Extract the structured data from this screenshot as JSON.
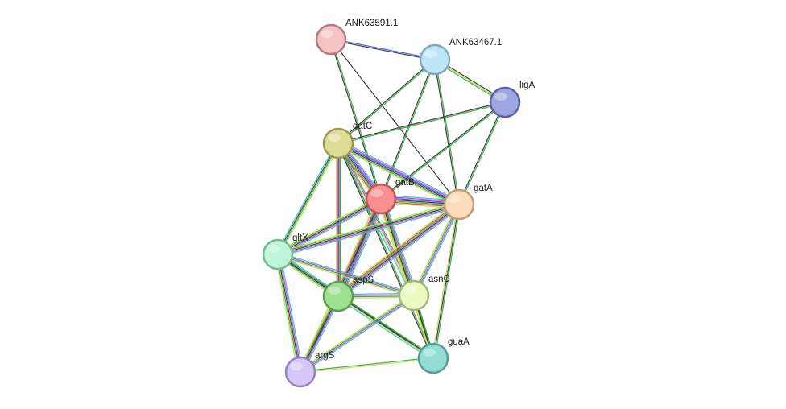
{
  "nodes": [
    {
      "id": "ANK63591.1",
      "label": "ANK63591.1",
      "color": "#f7c4c6",
      "border": "#b9787d"
    },
    {
      "id": "ANK63467.1",
      "label": "ANK63467.1",
      "color": "#bfe6f8",
      "border": "#7fa8bd"
    },
    {
      "id": "ligA",
      "label": "ligA",
      "color": "#9ea6e0",
      "border": "#5960a8"
    },
    {
      "id": "gatC",
      "label": "gatC",
      "color": "#dedd97",
      "border": "#9d9a4f"
    },
    {
      "id": "gatB",
      "label": "gatB",
      "color": "#fa8f92",
      "border": "#bd5458"
    },
    {
      "id": "gatA",
      "label": "gatA",
      "color": "#fcdcba",
      "border": "#bf9a72"
    },
    {
      "id": "gltX",
      "label": "gltX",
      "color": "#bdf5d8",
      "border": "#79b597"
    },
    {
      "id": "aspS",
      "label": "aspS",
      "color": "#9fdf90",
      "border": "#5e9d51"
    },
    {
      "id": "asnC",
      "label": "asnC",
      "color": "#e9fac2",
      "border": "#a4b57d"
    },
    {
      "id": "guaA",
      "label": "guaA",
      "color": "#94ddd5",
      "border": "#539d94"
    },
    {
      "id": "argS",
      "label": "argS",
      "color": "#d7c7f8",
      "border": "#9582bd"
    }
  ],
  "edge_colors": {
    "black": "#3c3c3c",
    "green": "#3bb04a",
    "yellow": "#c9dd5b",
    "blue": "#4a50d8",
    "magenta": "#cf3ec9",
    "cyan": "#3bc4d8",
    "red": "#e0463e",
    "purple": "#6a42bd"
  },
  "edges": [
    {
      "a": "ANK63591.1",
      "b": "ANK63467.1",
      "types": [
        "blue",
        "black"
      ]
    },
    {
      "a": "ANK63591.1",
      "b": "gatB",
      "types": [
        "green",
        "black"
      ]
    },
    {
      "a": "ANK63591.1",
      "b": "gatA",
      "types": [
        "black"
      ]
    },
    {
      "a": "ANK63467.1",
      "b": "ligA",
      "types": [
        "black",
        "yellow",
        "green"
      ]
    },
    {
      "a": "ANK63467.1",
      "b": "gatC",
      "types": [
        "green",
        "black"
      ]
    },
    {
      "a": "ANK63467.1",
      "b": "gatB",
      "types": [
        "green",
        "black"
      ]
    },
    {
      "a": "ANK63467.1",
      "b": "gatA",
      "types": [
        "green",
        "black"
      ]
    },
    {
      "a": "ligA",
      "b": "gatC",
      "types": [
        "green",
        "black"
      ]
    },
    {
      "a": "ligA",
      "b": "gatB",
      "types": [
        "green",
        "black"
      ]
    },
    {
      "a": "ligA",
      "b": "gatA",
      "types": [
        "green",
        "black"
      ]
    },
    {
      "a": "gatC",
      "b": "gatB",
      "types": [
        "cyan",
        "magenta",
        "blue",
        "black",
        "green",
        "red",
        "yellow"
      ]
    },
    {
      "a": "gatC",
      "b": "gatA",
      "types": [
        "cyan",
        "magenta",
        "blue",
        "black",
        "green",
        "yellow"
      ]
    },
    {
      "a": "gatC",
      "b": "gltX",
      "types": [
        "yellow",
        "green",
        "black",
        "cyan"
      ]
    },
    {
      "a": "gatC",
      "b": "aspS",
      "types": [
        "green",
        "black",
        "magenta",
        "yellow"
      ]
    },
    {
      "a": "gatC",
      "b": "asnC",
      "types": [
        "green",
        "magenta",
        "yellow",
        "cyan"
      ]
    },
    {
      "a": "gatC",
      "b": "guaA",
      "types": [
        "green",
        "black"
      ]
    },
    {
      "a": "gatB",
      "b": "gatA",
      "types": [
        "cyan",
        "magenta",
        "blue",
        "black",
        "green",
        "red",
        "yellow"
      ]
    },
    {
      "a": "gatB",
      "b": "gltX",
      "types": [
        "cyan",
        "magenta",
        "black",
        "green",
        "yellow"
      ]
    },
    {
      "a": "gatB",
      "b": "aspS",
      "types": [
        "cyan",
        "magenta",
        "blue",
        "black",
        "green",
        "red",
        "yellow"
      ]
    },
    {
      "a": "gatB",
      "b": "asnC",
      "types": [
        "cyan",
        "magenta",
        "black",
        "green",
        "red",
        "yellow"
      ]
    },
    {
      "a": "gatB",
      "b": "guaA",
      "types": [
        "green",
        "black",
        "yellow"
      ]
    },
    {
      "a": "gatB",
      "b": "argS",
      "types": [
        "green",
        "black",
        "magenta",
        "yellow"
      ]
    },
    {
      "a": "gatA",
      "b": "gltX",
      "types": [
        "cyan",
        "magenta",
        "black",
        "green",
        "yellow"
      ]
    },
    {
      "a": "gatA",
      "b": "aspS",
      "types": [
        "cyan",
        "magenta",
        "black",
        "green",
        "red",
        "yellow"
      ]
    },
    {
      "a": "gatA",
      "b": "asnC",
      "types": [
        "cyan",
        "magenta",
        "green",
        "yellow"
      ]
    },
    {
      "a": "gatA",
      "b": "guaA",
      "types": [
        "green",
        "black",
        "yellow"
      ]
    },
    {
      "a": "gltX",
      "b": "aspS",
      "types": [
        "cyan",
        "magenta",
        "black",
        "green",
        "yellow"
      ]
    },
    {
      "a": "gltX",
      "b": "asnC",
      "types": [
        "cyan",
        "magenta",
        "green",
        "yellow"
      ]
    },
    {
      "a": "gltX",
      "b": "argS",
      "types": [
        "cyan",
        "magenta",
        "black",
        "green",
        "yellow"
      ]
    },
    {
      "a": "gltX",
      "b": "guaA",
      "types": [
        "green",
        "black"
      ]
    },
    {
      "a": "aspS",
      "b": "asnC",
      "types": [
        "cyan",
        "magenta",
        "green",
        "yellow"
      ]
    },
    {
      "a": "aspS",
      "b": "argS",
      "types": [
        "cyan",
        "magenta",
        "black",
        "green",
        "yellow"
      ]
    },
    {
      "a": "aspS",
      "b": "guaA",
      "types": [
        "green",
        "black",
        "yellow",
        "cyan"
      ]
    },
    {
      "a": "asnC",
      "b": "guaA",
      "types": [
        "green",
        "black",
        "yellow"
      ]
    },
    {
      "a": "asnC",
      "b": "argS",
      "types": [
        "cyan",
        "magenta",
        "green",
        "yellow"
      ]
    },
    {
      "a": "argS",
      "b": "guaA",
      "types": [
        "green",
        "yellow"
      ]
    }
  ]
}
